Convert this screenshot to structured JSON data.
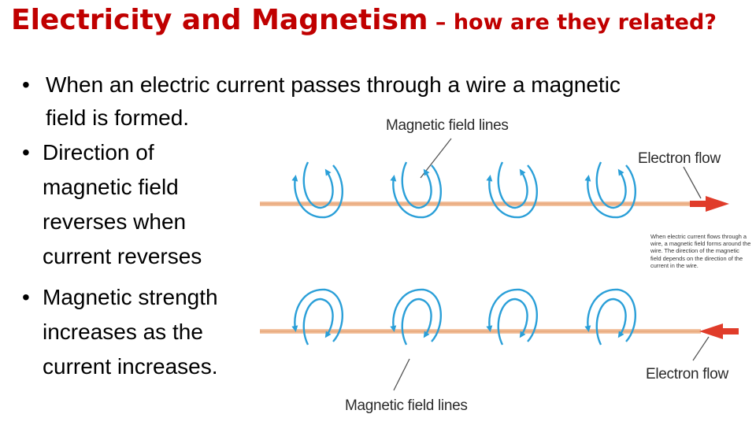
{
  "title": {
    "main": "Electricity and Magnetism",
    "sub": " – how are they related?"
  },
  "bullets": [
    {
      "lines": [
        "When an electric current passes through a wire a magnetic",
        "field is formed."
      ]
    },
    {
      "lines": [
        "Direction of",
        "magnetic field",
        "reverses when",
        "current reverses"
      ]
    },
    {
      "lines": [
        "Magnetic strength",
        "increases as the",
        "current increases."
      ]
    }
  ],
  "figure": {
    "label_top": "Magnetic field lines",
    "label_bottom": "Magnetic field lines",
    "electron_flow_top": "Electron flow",
    "electron_flow_bottom": "Electron flow",
    "caption": "When electric current flows through a wire, a magnetic field forms around the wire. The direction of the magnetic field depends on the direction of the current in the wire.",
    "colors": {
      "wire": "#e8a87a",
      "field_lines": "#2a9fd8",
      "arrow": "#e03c2a"
    }
  }
}
